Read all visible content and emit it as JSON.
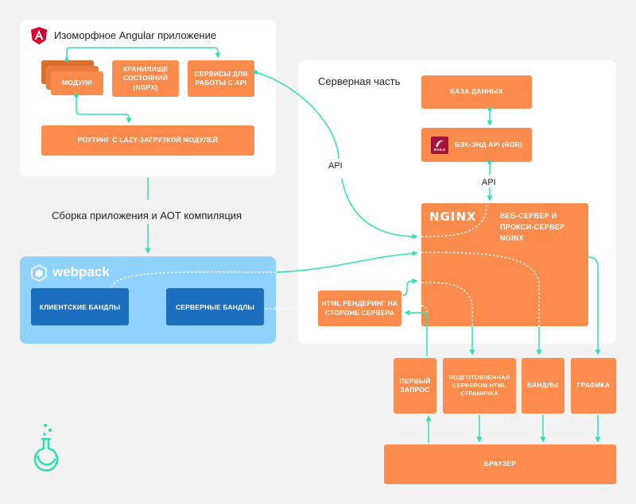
{
  "angular": {
    "title": "Изоморфное Angular приложение",
    "modules": "МОДУЛИ",
    "state": "ХРАНИЛИЩЕ СОСТОЯНИЙ (NGPX)",
    "api_services": "СЕРВИСЫ ДЛЯ РАБОТЫ С API",
    "routing": "РОУТИНГ С LAZY-ЗАГРУЗКОЙ МОДУЛЕЙ"
  },
  "build_label": "Сборка приложения и АОТ компиляция",
  "webpack": {
    "title": "webpack",
    "client_bundles": "КЛИЕНТСКИЕ БАНДЛЫ",
    "server_bundles": "СЕРВЕРНЫЕ БАНДЛЫ"
  },
  "server": {
    "title": "Серверная часть",
    "database": "БАЗА ДАННЫХ",
    "backend": "БЭК-ЭНД API (ROR)",
    "rails_logo": "RAILS",
    "nginx_logo": "NGINX",
    "nginx_desc": "ВЕБ-СЕРВЕР И ПРОКСИ-СЕРВЕР NGINX",
    "html_render": "HTML РЕНДЕРИНГ НА СТОРОНЕ СЕРВЕРА"
  },
  "api_label_left": "API",
  "api_label_right": "API",
  "bottom": {
    "first_request": "ПЕРВЫЙ ЗАПРОС",
    "prepared_page": "ПОДГОТОВЛЕННАЯ СЕРВЕРОМ HTML СТРАНИЧКА",
    "bundles": "БАНДЛЫ",
    "graphics": "ГРАФИКА",
    "browser": "БРАУЗЕР"
  },
  "colors": {
    "orange": "#fb8c4e",
    "teal": "#2ee0b0",
    "blue": "#1b6fbe",
    "light_blue": "#8fd2fd",
    "angular_red": "#dd0031"
  }
}
